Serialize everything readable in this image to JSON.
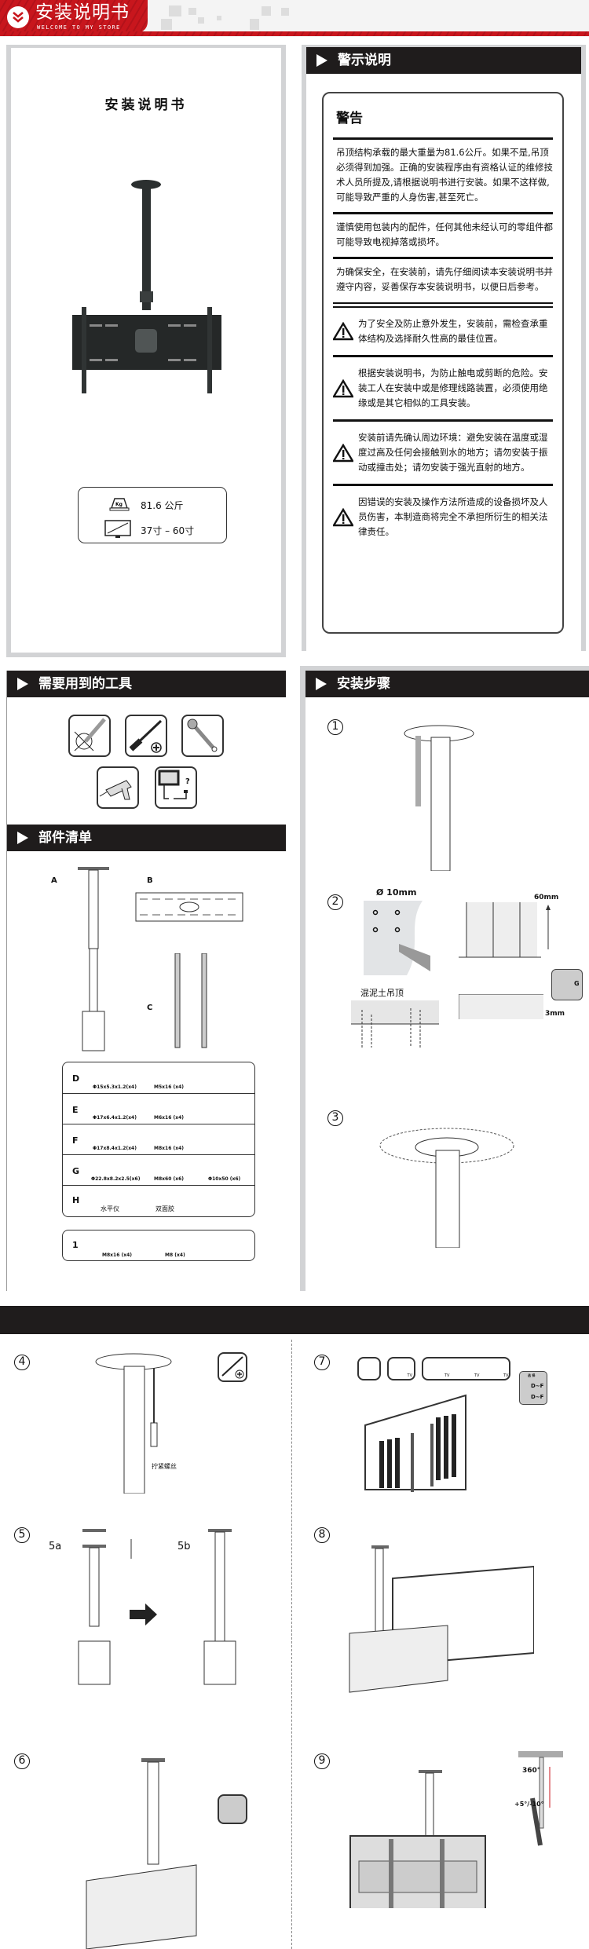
{
  "banner": {
    "title": "安装说明书",
    "subtitle": "WELCOME TO MY STORE",
    "icon": "double-chevron-down-icon"
  },
  "cover": {
    "title": "安装说明书",
    "weight": "81.6 公斤",
    "size_range": "37寸 – 60寸",
    "weight_icon": "kg-weight-icon",
    "tv_icon": "tv-icon"
  },
  "warnings": {
    "header": "警示说明",
    "heading": "警告",
    "paragraphs": [
      "吊顶结构承载的最大重量为81.6公斤。如果不是,吊顶必须得到加强。正确的安装程序由有资格认证的维修技术人员所提及,请根据说明书进行安装。如果不这样做,可能导致严重的人身伤害,甚至死亡。",
      "谨慎使用包装内的配件，任何其他未经认可的零组件都可能导致电视掉落或损坏。",
      "为确保安全，在安装前，请先仔细阅读本安装说明书并遵守内容，妥善保存本安装说明书，以便日后参考。"
    ],
    "cautions": [
      "为了安全及防止意外发生，安装前，需检查承重体结构及选择耐久性高的最佳位置。",
      "根据安装说明书，为防止触电或剪断的危险。安装工人在安装中或是修理线路装置，必须使用绝缘或是其它相似的工具安装。",
      "安装前请先确认周边环境：避免安装在温度或湿度过高及任何会接触到水的地方；请勿安装于振动或撞击处；请勿安装于强光直射的地方。",
      "因错误的安装及操作方法所造成的设备损坏及人员伤害，本制造商将完全不承担所衍生的相关法律责任。"
    ]
  },
  "tools": {
    "header": "需要用到的工具",
    "question_mark": "?",
    "items": [
      "pencil-icon",
      "phillips-screwdriver-icon",
      "wrench-icon",
      "drill-icon",
      "stud-finder-icon"
    ]
  },
  "parts": {
    "header": "部件清单",
    "labels": {
      "a": "A",
      "b": "B",
      "c": "C"
    },
    "rows": [
      {
        "label": "D",
        "items": [
          "Φ15x5.3x1.2(x4)",
          "M5x16 (x4)"
        ]
      },
      {
        "label": "E",
        "items": [
          "Φ17x6.4x1.2(x4)",
          "M6x16 (x4)"
        ]
      },
      {
        "label": "F",
        "items": [
          "Φ17x8.4x1.2(x4)",
          "M8x16 (x4)"
        ]
      },
      {
        "label": "G",
        "items": [
          "Φ22.8x8.2x2.5(x6)",
          "M8x60 (x6)",
          "Φ10x50 (x6)"
        ]
      },
      {
        "label": "H",
        "items": [
          "水平仪",
          "双面胶"
        ]
      }
    ],
    "extra": {
      "label": "1",
      "items": [
        "M8x16 (x4)",
        "M8 (x4)"
      ]
    }
  },
  "steps": {
    "header": "安装步骤",
    "s1": "1",
    "s2": "2",
    "s3": "3",
    "s4": "4",
    "s5": "5",
    "s6": "6",
    "s7": "7",
    "s8": "8",
    "s9": "9",
    "drill_size": "Ø 10mm",
    "depth": "60mm",
    "gap": "3mm",
    "ceiling_label": "混泥土吊顶",
    "g_label": "G",
    "tighten_label": "拧紧螺丝",
    "s5a": "5a",
    "s5b": "5b",
    "select_label": "选 择",
    "df1": "D~F",
    "df2": "D~F",
    "tv": "TV",
    "rotation": "360°",
    "tilt": "+5°/-10°"
  }
}
